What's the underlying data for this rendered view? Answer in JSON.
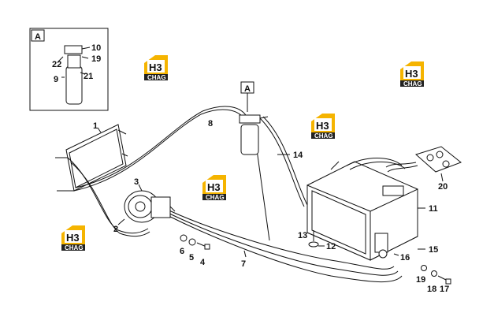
{
  "callouts": {
    "c1": "1",
    "c2": "2",
    "c3": "3",
    "c4": "4",
    "c5": "5",
    "c6": "6",
    "c7": "7",
    "c8": "8",
    "c9": "9",
    "c10": "10",
    "c11": "11",
    "c12": "12",
    "c13": "13",
    "c14": "14",
    "c15": "15",
    "c16": "16",
    "c17": "17",
    "c18": "18",
    "c19": "19",
    "c20": "20",
    "c21": "21",
    "c22": "22",
    "c19b": "19"
  },
  "detail": {
    "letter": "A"
  },
  "main_ref": {
    "letter": "A"
  },
  "logo": {
    "mark": "H3",
    "text": "CHAG"
  },
  "colors": {
    "logo_yellow": "#f5b400",
    "logo_dark": "#222222"
  }
}
